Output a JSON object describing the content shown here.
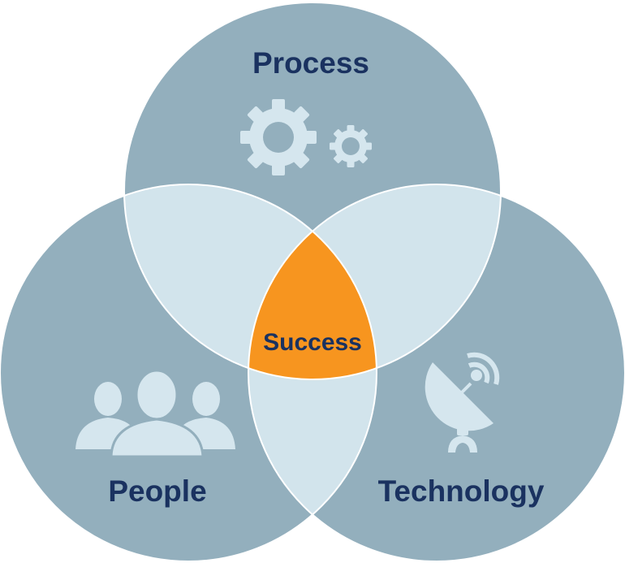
{
  "diagram": {
    "type": "venn",
    "circles": [
      {
        "id": "process",
        "label": "Process",
        "icon": "gears-icon"
      },
      {
        "id": "people",
        "label": "People",
        "icon": "people-group-icon"
      },
      {
        "id": "technology",
        "label": "Technology",
        "icon": "satellite-dish-icon"
      }
    ],
    "center": {
      "label": "Success"
    },
    "colors": {
      "circle": "#93afbd",
      "overlap": "#d2e4ec",
      "center": "#f7951f",
      "stroke": "#ffffff",
      "icon": "#d5e6ee",
      "text": "#1a3260"
    }
  }
}
